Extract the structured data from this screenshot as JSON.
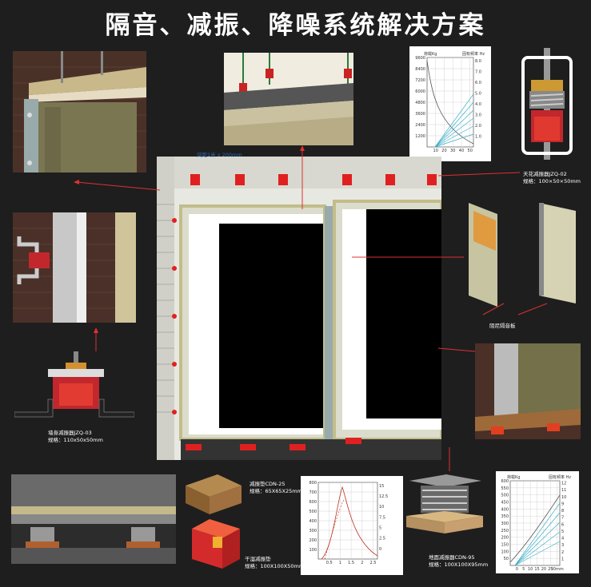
{
  "title": "隔音、减振、降噪系统解决方案",
  "labels": {
    "ceiling_isolator": "天花减振器JZQ-02",
    "ceiling_isolator_spec": "规格：100×50×50mm",
    "wall_isolator": "墙身减振器JZQ-03",
    "wall_isolator_spec": "规格：110x50x50mm",
    "damping_board": "阻尼隔音板",
    "pad_cdn25": "减振垫CDN-25",
    "pad_cdn25_spec": "规格：65X65X25mm",
    "pad_dry": "干湿减振垫",
    "pad_dry_spec": "规格：100X100X50mm",
    "floor_isolator": "地面减振器CDN-95",
    "floor_isolator_spec": "规格：100X100X95mm",
    "spacing_note": "间距1米 x 200mm",
    "chart_top_left_axis": "荷载Kg",
    "chart_top_right_axis": "固有频率 Hz",
    "chart_bottom_left_axis": "荷载Kg",
    "chart_bottom_right_axis": "固有频率 Hz"
  },
  "chart_data": [
    {
      "type": "line",
      "ylabel": "荷载Kg",
      "y_ticks": [
        "1200",
        "2400",
        "3600",
        "4800",
        "6000",
        "7200",
        "8400",
        "9600"
      ],
      "right_ticks": [
        "1.0",
        "2.0",
        "3.0",
        "4.0",
        "5.0",
        "6.0",
        "7.0",
        "8.0"
      ],
      "x_ticks": [
        "10",
        "20",
        "30",
        "40",
        "50"
      ]
    },
    {
      "type": "line",
      "x_ticks": [
        "0.5",
        "1",
        "1.5",
        "2",
        "2.5"
      ],
      "y_ticks": [
        "100",
        "200",
        "300",
        "400",
        "500",
        "600",
        "700",
        "800"
      ],
      "right_ticks": [
        "0",
        "2.5",
        "5",
        "7.5",
        "10",
        "12.5",
        "15"
      ]
    },
    {
      "type": "line",
      "ylabel": "荷载Kg",
      "y_ticks": [
        "50",
        "100",
        "150",
        "200",
        "250",
        "300",
        "350",
        "400",
        "450",
        "500",
        "550",
        "600"
      ],
      "right_ticks": [
        "1",
        "2",
        "3",
        "4",
        "5",
        "6",
        "7",
        "8",
        "9",
        "10",
        "11",
        "12"
      ],
      "x_ticks": [
        "0",
        "5",
        "10",
        "15",
        "20",
        "25",
        "30mm"
      ]
    }
  ]
}
